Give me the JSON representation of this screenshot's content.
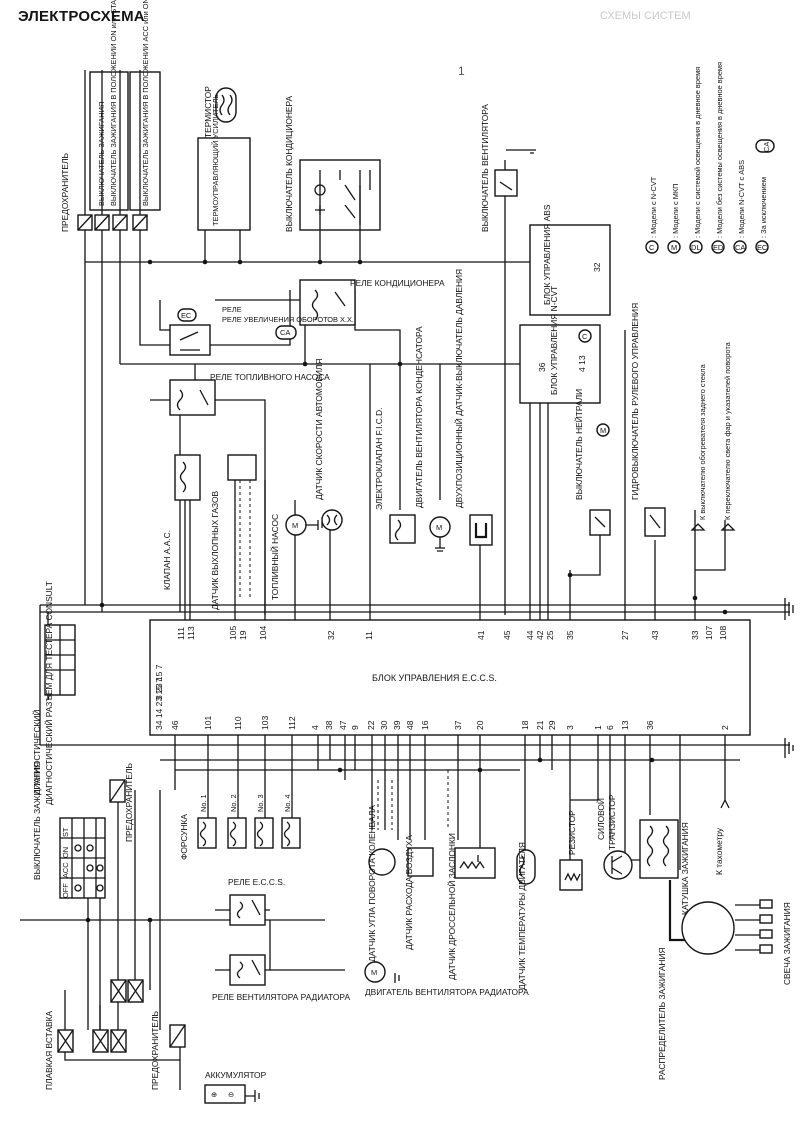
{
  "header": {
    "title": "ЭЛЕКТРОСХЕМА",
    "faint_header": "СХЕМЫ СИСТЕМ",
    "page_number": "1"
  },
  "legend": [
    {
      "symbol": "C",
      "text": ": Модели с N-CVT"
    },
    {
      "symbol": "M",
      "text": ": Модели с МКП"
    },
    {
      "symbol": "DL",
      "text": ": Модели с системой освещения в дневное время"
    },
    {
      "symbol": "ED",
      "text": ": Модели без системы освещения в дневное время"
    },
    {
      "symbol": "CA",
      "text": ": Модели N-CVT с ABS"
    },
    {
      "symbol": "EC",
      "text": ": За исключением"
    },
    {
      "symbol": "CA",
      "text": "CA"
    }
  ],
  "ecu": {
    "label": "БЛОК УПРАВЛЕНИЯ E.C.C.S.",
    "top_pins": [
      "111",
      "113",
      "105",
      "19",
      "104",
      "32",
      "11",
      "41",
      "45",
      "44",
      "42",
      "25",
      "35",
      "27",
      "43",
      "33",
      "107",
      "108"
    ],
    "bottom_pins": [
      "46",
      "101",
      "110",
      "103",
      "112",
      "4",
      "38",
      "47",
      "9",
      "22",
      "30",
      "39",
      "48",
      "16",
      "37",
      "20",
      "18",
      "21",
      "29",
      "3",
      "1",
      "6",
      "13",
      "36",
      "2"
    ],
    "left_pins_top": "3 23 15 7",
    "left_pins_bottom": "34 14 23 15 7"
  },
  "components": {
    "fuse_top": "ПРЕДОХРАНИТЕЛЬ",
    "ign_switch_on_start": "ВЫКЛЮЧАТЕЛЬ ЗАЖИГАНИЯ В ПОЛОЖЕНИИ ON или START",
    "ign_switch_acc_on": "ВЫКЛЮЧАТЕЛЬ ЗАЖИГАНИЯ В ПОЛОЖЕНИИ ACC или ON",
    "thermistor": "ТЕРМИСТОР",
    "thermo_amp": "ТЕРМОУПРАВЛЯЮЩИЙ УСИЛИТЕЛЬ",
    "ac_switch": "ВЫКЛЮЧАТЕЛЬ КОНДИЦИОНЕРА",
    "fan_switch": "ВЫКЛЮЧАТЕЛЬ ВЕНТИЛЯТОРА",
    "abs_unit": "БЛОК УПРАВЛЕНИЯ ABS",
    "abs_pin": "32",
    "ac_relay": "РЕЛЕ КОНДИЦИОНЕРА",
    "idle_relay": "РЕЛЕ УВЕЛИЧЕНИЯ ОБОРОТОВ Х.Х.",
    "ncvt_unit": "БЛОК УПРАВЛЕНИЯ N-CVT",
    "ncvt_pins": "36",
    "ncvt_pins_2": "4    13",
    "fuel_relay": "РЕЛЕ ТОПЛИВНОГО НАСОСА",
    "aac_valve": "КЛАПАН A.A.C.",
    "exhaust_sensor": "ДАТЧИК ВЫХЛОПНЫХ ГАЗОВ",
    "fuel_pump": "ТОПЛИВНЫЙ НАСОС",
    "speed_sensor": "ДАТЧИК СКОРОСТИ АВТОМОБИЛЯ",
    "fico_valve": "ЭЛЕКТРОКЛАПАН F.I.C.D.",
    "condenser_fan": "ДВИГАТЕЛЬ ВЕНТИЛЯТОРА КОНДЕНСАТОРА",
    "pressure_switch": "ДВУХПОЗИЦИОННЫЙ ДАТЧИК-ВЫКЛЮЧАТЕЛЬ ДАВЛЕНИЯ",
    "neutral_switch": "ВЫКЛЮЧАТЕЛЬ НЕЙТРАЛИ",
    "power_steering_switch": "ГИДРОВЫКЛЮЧАТЕЛЬ РУЛЕВОГО УПРАВЛЕНИЯ",
    "rear_defog": "К выключателю обогревателя заднего стекла",
    "headlight": "К переключателю света фар и указателей поворота",
    "diag_connector": "ДИАГНОСТИЧЕСКИЙ РАЗЪЕМ ДЛЯ ТЕСТЕРА CONSULT",
    "fuse_mid": "ПРЕДОХРАНИТЕЛЬ",
    "injector": "ФОРСУНКА",
    "inj1": "No. 1",
    "inj2": "No. 2",
    "inj3": "No. 3",
    "inj4": "No. 4",
    "ign_switch_small": "ВЫКЛЮЧАТЕЛЬ ЗАЖИГАНИЯ",
    "ign_table_headers": [
      "OFF",
      "ACC",
      "ON",
      "ST"
    ],
    "eccs_relay": "РЕЛЕ E.C.C.S.",
    "rad_fan_relay": "РЕЛЕ ВЕНТИЛЯТОРА РАДИАТОРА",
    "rad_fan_motor": "ДВИГАТЕЛЬ ВЕНТИЛЯТОРА РАДИАТОРА",
    "fusible_link": "ПЛАВКАЯ ВСТАВКА",
    "fuse_low": "ПРЕДОХРАНИТЕЛЬ",
    "battery": "АККУМУЛЯТОР",
    "crank_sensor": "ДАТЧИК УГЛА ПОВОРОТА КОЛЕНВАЛА",
    "airflow_sensor": "ДАТЧИК РАСХОДА ВОЗДУХА",
    "throttle_sensor": "ДАТЧИК ДРОССЕЛЬНОЙ ЗАСЛОНКИ",
    "temp_sensor": "ДАТЧИК ТЕМПЕРАТУРЫ ДВИГАТЕЛЯ",
    "resistor": "РЕЗИСТОР",
    "power_transistor": "СИЛОВОЙ ТРАНЗИСТОР",
    "ign_coil": "КАТУШКА ЗАЖИГАНИЯ",
    "tachometer": "К тахометру",
    "distributor": "РАСПРЕДЕЛИТЕЛЬ ЗАЖИГАНИЯ",
    "spark_plug": "СВЕЧА ЗАЖИГАНИЯ"
  },
  "badges": {
    "ca": "CA",
    "ec": "EC",
    "c": "C",
    "m": "M"
  }
}
